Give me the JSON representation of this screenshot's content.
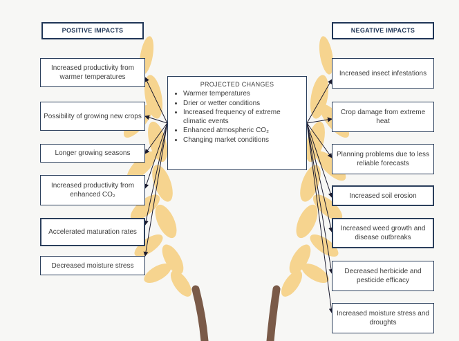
{
  "positive": {
    "heading": "POSITIVE IMPACTS",
    "items": [
      "Increased productivity from warmer temperatures",
      "Possibility of growing new crops",
      "Longer growing seasons",
      "Increased productivity from enhanced CO₂",
      "Accelerated maturation rates",
      "Decreased moisture stress"
    ]
  },
  "negative": {
    "heading": "NEGATIVE IMPACTS",
    "items": [
      "Increased insect infestations",
      "Crop damage from extreme heat",
      "Planning problems due to less reliable forecasts",
      "Increased soil erosion",
      "Increased weed growth and disease outbreaks",
      "Decreased herbicide and pesticide efficacy",
      "Increased moisture stress and droughts"
    ]
  },
  "projected": {
    "title": "PROJECTED CHANGES",
    "items": [
      "Warmer temperatures",
      "Drier or wetter conditions",
      "Increased frequency of extreme climatic events",
      "Enhanced atmospheric CO₂",
      "Changing market conditions"
    ]
  },
  "colors": {
    "wheat": "#f6d38a",
    "stem": "#7a5a48",
    "border": "#2b3f5c",
    "arrow": "#1a1a2e"
  }
}
